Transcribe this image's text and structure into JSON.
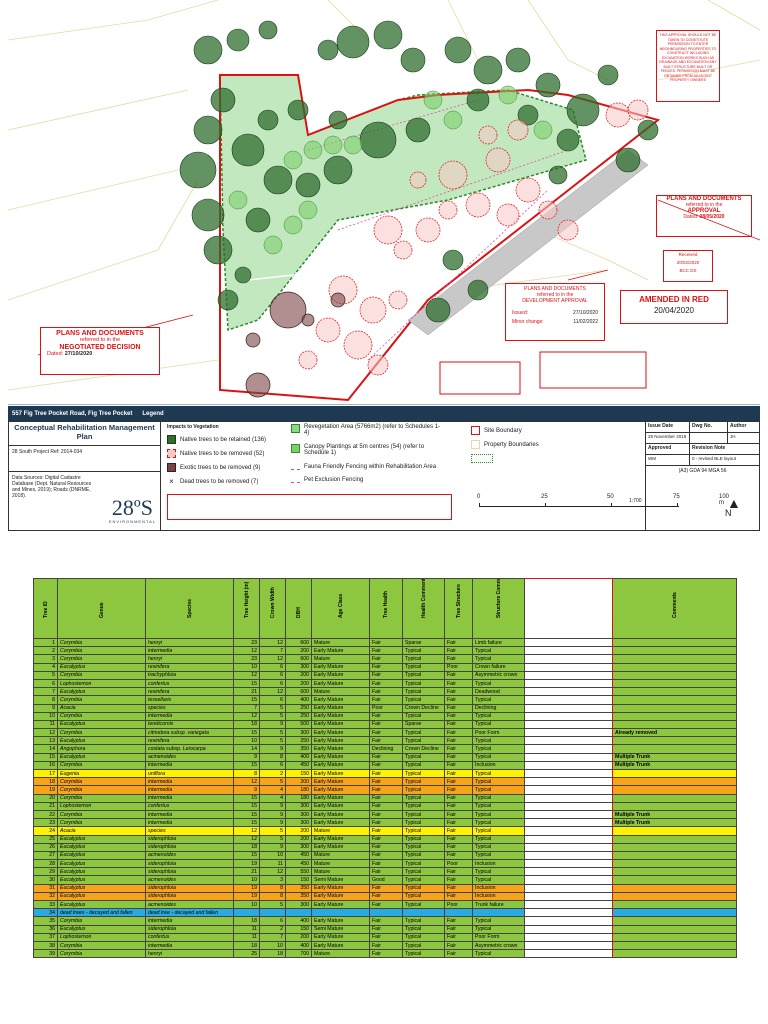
{
  "map": {
    "stamp_top_right": "THIS APPROVAL SHOULD NOT BE TAKEN TO CONSTITUTE PERMISSION TO ENTER NEIGHBOURING PROPERTIES TO CONSTRUCT INCLUDING EXCAVATION WORKS SUCH AS DRAINAGE AND EXCAVATION ANY BUILT STRUCTURE BUILT OR FENCES. PERMISSION MUST BE OBTAINED FROM ADJACENT PROPERTY OWNERS",
    "plans_approval": {
      "title": "PLANS AND DOCUMENTS",
      "sub": "referred to in the",
      "type": "APPROVAL",
      "dated_label": "Dated:",
      "dated": "08/05/2020"
    },
    "received": {
      "label": "Received",
      "date": "20/02/2020",
      "by": "BCC DS"
    },
    "dev_approval": {
      "title": "PLANS AND DOCUMENTS",
      "sub": "referred to in the",
      "type": "DEVELOPMENT APPROVAL",
      "issued_label": "Issued:",
      "issued": "27/10/2020",
      "minor_label": "Minor change:",
      "minor": "11/02/2022"
    },
    "amended": {
      "title": "AMENDED IN RED",
      "date": "20/04/2020"
    },
    "negotiated": {
      "title": "PLANS AND DOCUMENTS",
      "sub": "referred to in the",
      "type": "NEGOTIATED DECISION",
      "dated_label": "Dated:",
      "dated": "27/10/2020"
    }
  },
  "titleblock": {
    "address": "557 Fig Tree Pocket Road, Fig Tree Pocket",
    "legend_heading": "Legend",
    "plan_title": "Conceptual Rehabilitation Management Plan",
    "project_ref": "28 South Project Ref: 2014-034",
    "data_sources": "Data Sources: Digital Cadastre Database (Dept. Natural Resources and Mines, 2019); Roads (DNRME, 2018).",
    "logo_main": "28ºS",
    "logo_sub": "ENVIRONMENTAL",
    "impacts_heading": "Impacts to Vegetation",
    "legend": {
      "retained": "Native trees to be retained (136)",
      "removed": "Native trees to be removed (52)",
      "exotic": "Exotic trees to be removed (9)",
      "dead": "Dead trees to be removed (7)",
      "reveg": "Revegetation Area (5766m2) (refer to Schedules 1-4)",
      "canopy": "Canopy Plantings at 5m centres (54) (refer to Schedule 1)",
      "fauna": "Fauna Friendly Fencing within Rehabilitation Area",
      "pet": "Pet Exclusion Fencing",
      "site": "Site Boundary",
      "property": "Property Boundaries"
    },
    "issue_date_h": "Issue Date",
    "dwg_no_h": "Dwg No.",
    "author_h": "Author",
    "issue_date": "29 November 2019",
    "author": "JH",
    "approved_h": "Approved",
    "revision_h": "Revision Note",
    "approved": "WM",
    "revision": "0 - revised BLE layout",
    "projection": "(A3) GDA 94 MGA 56",
    "scale_ratio": "1:700",
    "scale_ticks": [
      "0",
      "25",
      "50",
      "75",
      "100 m"
    ],
    "north": "N"
  },
  "table": {
    "headers": [
      "Tree ID",
      "Genus",
      "Species",
      "Tree Height (m)",
      "Crown Width",
      "DBH",
      "Age Class",
      "Tree Health",
      "Health Comment",
      "Tree Structure",
      "Structure Comment",
      "",
      "Comments"
    ],
    "rows": [
      {
        "c": "green",
        "v": [
          "1",
          "Corymbia",
          "henryi",
          "23",
          "12",
          "600",
          "Mature",
          "Fair",
          "Sparse",
          "Fair",
          "Limb failure",
          ""
        ]
      },
      {
        "c": "green",
        "v": [
          "2",
          "Corymbia",
          "intermedia",
          "12",
          "7",
          "200",
          "Early Mature",
          "Fair",
          "Typical",
          "Fair",
          "Typical",
          ""
        ]
      },
      {
        "c": "green",
        "v": [
          "3",
          "Corymbia",
          "henryi",
          "23",
          "12",
          "600",
          "Mature",
          "Fair",
          "Typical",
          "Fair",
          "Typical",
          ""
        ]
      },
      {
        "c": "green",
        "v": [
          "4",
          "Eucalyptus",
          "resinifera",
          "10",
          "6",
          "300",
          "Early Mature",
          "Fair",
          "Typical",
          "Poor",
          "Crown failure",
          ""
        ]
      },
      {
        "c": "green",
        "v": [
          "5",
          "Corymbia",
          "trachyphloia",
          "12",
          "6",
          "200",
          "Early Mature",
          "Fair",
          "Typical",
          "Fair",
          "Asymmetric crown",
          ""
        ]
      },
      {
        "c": "green",
        "v": [
          "6",
          "Lophostemon",
          "confertus",
          "15",
          "6",
          "200",
          "Early Mature",
          "Fair",
          "Typical",
          "Fair",
          "Typical",
          ""
        ]
      },
      {
        "c": "green",
        "v": [
          "7",
          "Eucalyptus",
          "resinifera",
          "21",
          "12",
          "600",
          "Mature",
          "Fair",
          "Typical",
          "Fair",
          "Deadwood",
          ""
        ]
      },
      {
        "c": "green",
        "v": [
          "8",
          "Corymbia",
          "tessellaris",
          "15",
          "6",
          "400",
          "Early Mature",
          "Fair",
          "Typical",
          "Fair",
          "Typical",
          ""
        ]
      },
      {
        "c": "green",
        "v": [
          "9",
          "Acacia",
          "species",
          "7",
          "5",
          "250",
          "Early Mature",
          "Poor",
          "Crown Decline",
          "Fair",
          "Declining",
          ""
        ]
      },
      {
        "c": "green",
        "v": [
          "10",
          "Corymbia",
          "intermedia",
          "12",
          "5",
          "250",
          "Early Mature",
          "Fair",
          "Typical",
          "Fair",
          "Typical",
          ""
        ]
      },
      {
        "c": "green",
        "v": [
          "11",
          "Eucalyptus",
          "tereticornis",
          "18",
          "9",
          "500",
          "Early Mature",
          "Fair",
          "Sparse",
          "Fair",
          "Typical",
          ""
        ]
      },
      {
        "c": "green",
        "v": [
          "12",
          "Corymbia",
          "citriodora subsp. variegata",
          "15",
          "5",
          "300",
          "Early Mature",
          "Fair",
          "Typical",
          "Fair",
          "Poor Form",
          "Already removed"
        ]
      },
      {
        "c": "green",
        "v": [
          "13",
          "Eucalyptus",
          "resinifera",
          "10",
          "5",
          "250",
          "Early Mature",
          "Fair",
          "Typical",
          "Fair",
          "Typical",
          ""
        ]
      },
      {
        "c": "green",
        "v": [
          "14",
          "Angophora",
          "costata subsp. Leiocarpa",
          "14",
          "9",
          "350",
          "Early Mature",
          "Declining",
          "Crown Decline",
          "Fair",
          "Typical",
          ""
        ]
      },
      {
        "c": "green",
        "v": [
          "15",
          "Eucalyptus",
          "acmenoides",
          "9",
          "8",
          "400",
          "Early Mature",
          "Fair",
          "Typical",
          "Fair",
          "Typical",
          "Multiple Trunk"
        ]
      },
      {
        "c": "green",
        "v": [
          "16",
          "Corymbia",
          "intermedia",
          "15",
          "6",
          "450",
          "Early Mature",
          "Fair",
          "Typical",
          "Fair",
          "Inclusion",
          "Multiple Trunk"
        ]
      },
      {
        "c": "yellow",
        "v": [
          "17",
          "Eugenia",
          "uniflora",
          "8",
          "2",
          "150",
          "Early Mature",
          "Fair",
          "Typical",
          "Fair",
          "Typical",
          ""
        ]
      },
      {
        "c": "orange",
        "v": [
          "18",
          "Corymbia",
          "intermedia",
          "12",
          "5",
          "200",
          "Early Mature",
          "Fair",
          "Typical",
          "Fair",
          "Typical",
          ""
        ]
      },
      {
        "c": "orange",
        "v": [
          "19",
          "Corymbia",
          "intermedia",
          "9",
          "4",
          "180",
          "Early Mature",
          "Fair",
          "Typical",
          "Fair",
          "Typical",
          ""
        ]
      },
      {
        "c": "green",
        "v": [
          "20",
          "Corymbia",
          "intermedia",
          "15",
          "4",
          "180",
          "Early Mature",
          "Fair",
          "Typical",
          "Fair",
          "Typical",
          ""
        ]
      },
      {
        "c": "green",
        "v": [
          "21",
          "Lophostemon",
          "confertus",
          "15",
          "9",
          "300",
          "Early Mature",
          "Fair",
          "Typical",
          "Fair",
          "Typical",
          ""
        ]
      },
      {
        "c": "green",
        "v": [
          "22",
          "Corymbia",
          "intermedia",
          "15",
          "9",
          "300",
          "Early Mature",
          "Fair",
          "Typical",
          "Fair",
          "Typical",
          "Multiple Trunk"
        ]
      },
      {
        "c": "green",
        "v": [
          "23",
          "Corymbia",
          "intermedia",
          "15",
          "9",
          "300",
          "Early Mature",
          "Fair",
          "Typical",
          "Fair",
          "Typical",
          "Multiple Trunk"
        ]
      },
      {
        "c": "yellow",
        "v": [
          "24",
          "Acacia",
          "species",
          "12",
          "5",
          "200",
          "Mature",
          "Fair",
          "Typical",
          "Fair",
          "Typical",
          ""
        ]
      },
      {
        "c": "green",
        "v": [
          "25",
          "Eucalyptus",
          "siderophloia",
          "12",
          "5",
          "200",
          "Early Mature",
          "Fair",
          "Typical",
          "Fair",
          "Typical",
          ""
        ]
      },
      {
        "c": "green",
        "v": [
          "26",
          "Eucalyptus",
          "siderophloia",
          "18",
          "9",
          "300",
          "Early Mature",
          "Fair",
          "Typical",
          "Fair",
          "Typical",
          ""
        ]
      },
      {
        "c": "green",
        "v": [
          "27",
          "Eucalyptus",
          "acmenoides",
          "15",
          "10",
          "450",
          "Mature",
          "Fair",
          "Typical",
          "Fair",
          "Typical",
          ""
        ]
      },
      {
        "c": "green",
        "v": [
          "28",
          "Eucalyptus",
          "siderophloia",
          "19",
          "11",
          "450",
          "Mature",
          "Fair",
          "Typical",
          "Poor",
          "Inclusion",
          ""
        ]
      },
      {
        "c": "green",
        "v": [
          "29",
          "Eucalyptus",
          "siderophloia",
          "21",
          "12",
          "550",
          "Mature",
          "Fair",
          "Typical",
          "Fair",
          "Typical",
          ""
        ]
      },
      {
        "c": "green",
        "v": [
          "30",
          "Eucalyptus",
          "acmenoides",
          "10",
          "3",
          "150",
          "Semi Mature",
          "Good",
          "Typical",
          "Fair",
          "Typical",
          ""
        ]
      },
      {
        "c": "orange",
        "v": [
          "31",
          "Eucalyptus",
          "siderophloia",
          "19",
          "8",
          "350",
          "Early Mature",
          "Fair",
          "Typical",
          "Fair",
          "Inclusion",
          ""
        ]
      },
      {
        "c": "orange",
        "v": [
          "32",
          "Eucalyptus",
          "siderophloia",
          "19",
          "8",
          "350",
          "Early Mature",
          "Fair",
          "Typical",
          "Fair",
          "Inclusion",
          ""
        ]
      },
      {
        "c": "green",
        "v": [
          "33",
          "Eucalyptus",
          "acmenoides",
          "10",
          "5",
          "300",
          "Early Mature",
          "Fair",
          "Typical",
          "Poor",
          "Trunk failure",
          ""
        ]
      },
      {
        "c": "blue",
        "v": [
          "34",
          "dead trees - decayed and fallen",
          "dead tree - decayed and fallen",
          "",
          "",
          "",
          "",
          "",
          "",
          "",
          "",
          ""
        ]
      },
      {
        "c": "green",
        "v": [
          "35",
          "Corymbia",
          "intermedia",
          "18",
          "6",
          "400",
          "Early Mature",
          "Fair",
          "Typical",
          "Fair",
          "Typical",
          ""
        ]
      },
      {
        "c": "green",
        "v": [
          "36",
          "Eucalyptus",
          "siderophloia",
          "11",
          "2",
          "150",
          "Semi Mature",
          "Fair",
          "Typical",
          "Fair",
          "Typical",
          ""
        ]
      },
      {
        "c": "green",
        "v": [
          "37",
          "Lophostemon",
          "confertus",
          "11",
          "7",
          "200",
          "Early Mature",
          "Fair",
          "Typical",
          "Fair",
          "Poor Form",
          ""
        ]
      },
      {
        "c": "green",
        "v": [
          "38",
          "Corymbia",
          "intermedia",
          "18",
          "10",
          "400",
          "Early Mature",
          "Fair",
          "Typical",
          "Fair",
          "Asymmetric crown",
          ""
        ]
      },
      {
        "c": "green",
        "v": [
          "39",
          "Corymbia",
          "henryi",
          "25",
          "18",
          "700",
          "Mature",
          "Fair",
          "Typical",
          "Fair",
          "Typical",
          ""
        ]
      }
    ]
  }
}
